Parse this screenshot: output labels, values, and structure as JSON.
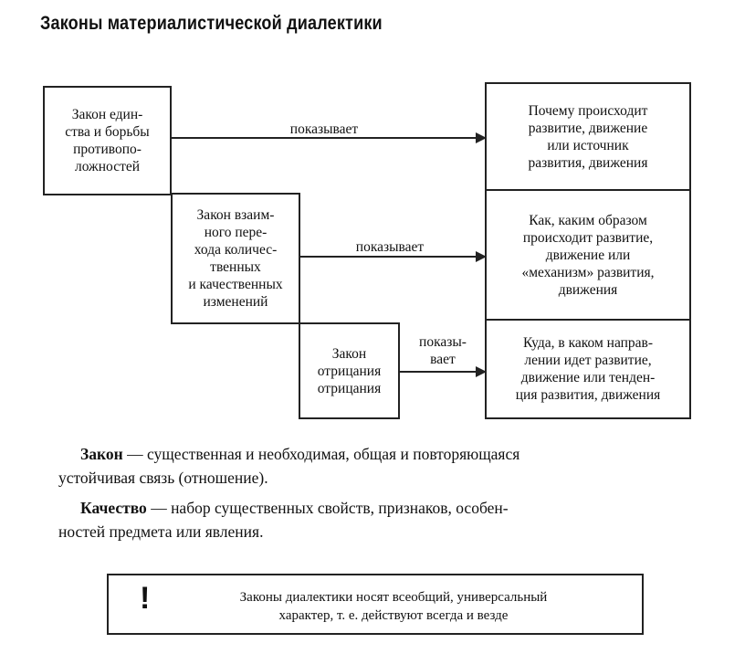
{
  "title": "Законы материалистической диалектики",
  "laws": [
    {
      "lines": [
        "Закон един-",
        "ства и борьбы",
        "противопо-",
        "ложностей"
      ]
    },
    {
      "lines": [
        "Закон взаим-",
        "ного пере-",
        "хода количес-",
        "твенных",
        "и качественных",
        "изменений"
      ]
    },
    {
      "lines": [
        "Закон",
        "отрицания",
        "отрицания"
      ]
    }
  ],
  "arrow_labels": [
    "показывает",
    "показывает",
    [
      "показы-",
      "вает"
    ]
  ],
  "results": [
    {
      "lines": [
        "Почему происходит",
        "развитие, движение",
        "или источник",
        "развития, движения"
      ]
    },
    {
      "lines": [
        "Как, каким образом",
        "происходит развитие,",
        "движение или",
        "«механизм» развития,",
        "движения"
      ]
    },
    {
      "lines": [
        "Куда, в каком направ-",
        "лении идет развитие,",
        "движение или тенден-",
        "ция развития, движения"
      ]
    }
  ],
  "definitions": [
    {
      "term": "Закон",
      "line1": " — существенная и необходимая, общая и повторяющаяся",
      "line2": "устойчивая связь (отношение)."
    },
    {
      "term": "Качество",
      "line1": " — набор существенных свойств, признаков, особен-",
      "line2": "ностей предмета или явления."
    }
  ],
  "note": {
    "icon": "!",
    "line1": "Законы диалектики носят всеобщий, универсальный",
    "line2": "характер, т. е. действуют всегда и везде"
  }
}
